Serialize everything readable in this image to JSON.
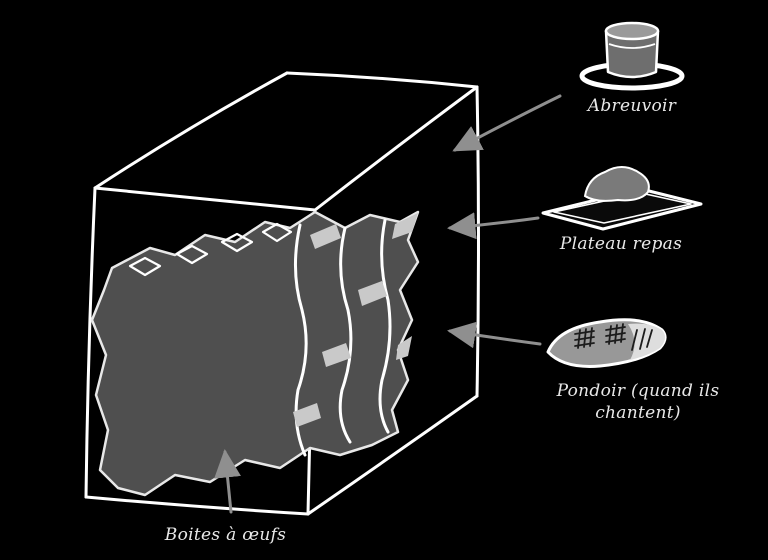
{
  "diagram": {
    "labels": {
      "abreuvoir": "Abreuvoir",
      "plateau_repas": "Plateau repas",
      "pondoir_line1": "Pondoir (quand ils",
      "pondoir_line2": "chantent)",
      "boites_oeufs": "Boites à œufs"
    },
    "colors": {
      "background": "#000000",
      "outline": "#ffffff",
      "arrow": "#8f8f8f",
      "carton_fill": "#4f4f4f",
      "accent_light": "#c9c9c9",
      "text": "#e8e8e8"
    },
    "illustrations": [
      "cricket-enclosure-box",
      "egg-cartons",
      "water-dispenser",
      "food-tray",
      "laying-dish"
    ]
  }
}
